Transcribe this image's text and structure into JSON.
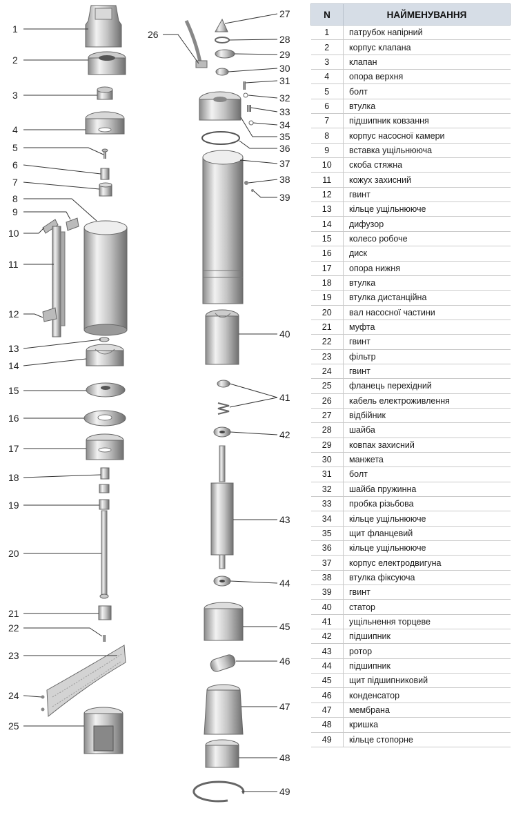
{
  "table": {
    "header_num": "N",
    "header_name": "НАЙМЕНУВАННЯ",
    "rows": [
      {
        "num": "1",
        "name": "патрубок напірний"
      },
      {
        "num": "2",
        "name": "корпус клапана"
      },
      {
        "num": "3",
        "name": "клапан"
      },
      {
        "num": "4",
        "name": "опора верхня"
      },
      {
        "num": "5",
        "name": "болт"
      },
      {
        "num": "6",
        "name": "втулка"
      },
      {
        "num": "7",
        "name": "підшипник ковзання"
      },
      {
        "num": "8",
        "name": "корпус насосної камери"
      },
      {
        "num": "9",
        "name": "вставка ущільнююча"
      },
      {
        "num": "10",
        "name": "скоба стяжна"
      },
      {
        "num": "11",
        "name": "кожух захисний"
      },
      {
        "num": "12",
        "name": "гвинт"
      },
      {
        "num": "13",
        "name": "кільце ущільнююче"
      },
      {
        "num": "14",
        "name": "дифузор"
      },
      {
        "num": "15",
        "name": "колесо робоче"
      },
      {
        "num": "16",
        "name": "диск"
      },
      {
        "num": "17",
        "name": "опора нижня"
      },
      {
        "num": "18",
        "name": "втулка"
      },
      {
        "num": "19",
        "name": "втулка дистанційна"
      },
      {
        "num": "20",
        "name": "вал насосної частини"
      },
      {
        "num": "21",
        "name": "муфта"
      },
      {
        "num": "22",
        "name": "гвинт"
      },
      {
        "num": "23",
        "name": "фільтр"
      },
      {
        "num": "24",
        "name": "гвинт"
      },
      {
        "num": "25",
        "name": "фланець перехідний"
      },
      {
        "num": "26",
        "name": "кабель електроживлення"
      },
      {
        "num": "27",
        "name": "відбійник"
      },
      {
        "num": "28",
        "name": "шайба"
      },
      {
        "num": "29",
        "name": "ковпак захисний"
      },
      {
        "num": "30",
        "name": "манжета"
      },
      {
        "num": "31",
        "name": "болт"
      },
      {
        "num": "32",
        "name": "шайба пружинна"
      },
      {
        "num": "33",
        "name": "пробка різьбова"
      },
      {
        "num": "34",
        "name": "кільце ущільнююче"
      },
      {
        "num": "35",
        "name": "щит фланцевий"
      },
      {
        "num": "36",
        "name": "кільце ущільнююче"
      },
      {
        "num": "37",
        "name": "корпус електродвигуна"
      },
      {
        "num": "38",
        "name": "втулка фіксуюча"
      },
      {
        "num": "39",
        "name": "гвинт"
      },
      {
        "num": "40",
        "name": "статор"
      },
      {
        "num": "41",
        "name": "ущільнення торцеве"
      },
      {
        "num": "42",
        "name": "підшипник"
      },
      {
        "num": "43",
        "name": "ротор"
      },
      {
        "num": "44",
        "name": "підшипник"
      },
      {
        "num": "45",
        "name": "щит підшипниковий"
      },
      {
        "num": "46",
        "name": "конденсатор"
      },
      {
        "num": "47",
        "name": "мембрана"
      },
      {
        "num": "48",
        "name": "кришка"
      },
      {
        "num": "49",
        "name": "кільце стопорне"
      }
    ]
  },
  "callouts": {
    "left": [
      "1",
      "2",
      "3",
      "4",
      "5",
      "6",
      "7",
      "8",
      "9",
      "10",
      "11",
      "12",
      "13",
      "14",
      "15",
      "16",
      "17",
      "18",
      "19",
      "20",
      "21",
      "22",
      "23",
      "24",
      "25"
    ],
    "right": [
      "26",
      "27",
      "28",
      "29",
      "30",
      "31",
      "32",
      "33",
      "34",
      "35",
      "36",
      "37",
      "38",
      "39",
      "40",
      "41",
      "42",
      "43",
      "44",
      "45",
      "46",
      "47",
      "48",
      "49"
    ]
  },
  "colors": {
    "metal_light": "#e6e6e6",
    "metal_mid": "#a9a9a9",
    "metal_dark": "#6f6f6f",
    "header_bg": "#d6dde6"
  }
}
